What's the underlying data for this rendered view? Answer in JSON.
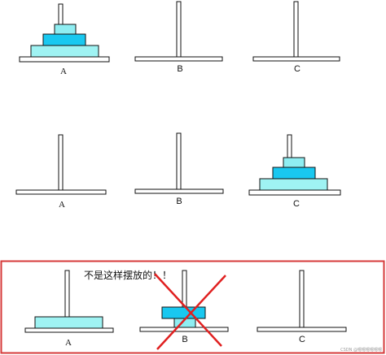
{
  "labels": {
    "a": "A",
    "b": "B",
    "c": "C"
  },
  "warning_text": "不是这样摆放的！！",
  "watermark": "CSDN @嗯嗯嗯嗯嗯嗯",
  "colors": {
    "disk_light": "#9ff3f3",
    "disk_mid": "#19c8f0",
    "disk_top": "#8feef2",
    "outline": "#111111",
    "warning_red": "#e02020",
    "frame_red": "#d63a3a"
  },
  "states": [
    {
      "state": "initial",
      "disks_on": "A",
      "disk_count": 3
    },
    {
      "state": "goal",
      "disks_on": "C",
      "disk_count": 3
    },
    {
      "state": "invalid",
      "note": "small disk under large disk"
    }
  ]
}
